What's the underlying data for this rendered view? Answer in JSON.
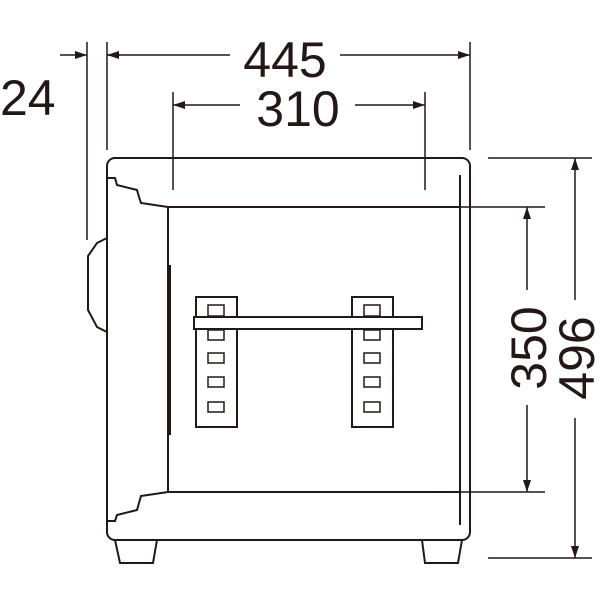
{
  "dimensions": {
    "width_total": "445",
    "width_inner": "310",
    "handle_depth": "24",
    "height_inner": "350",
    "height_total": "496"
  },
  "colors": {
    "line": "#231815",
    "background": "#ffffff"
  }
}
